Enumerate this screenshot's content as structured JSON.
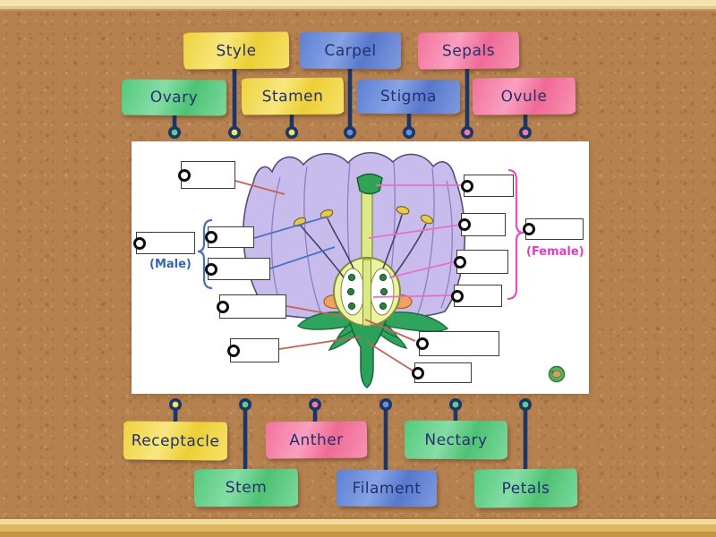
{
  "activity": {
    "type": "labelled-diagram",
    "subject": "flower-anatomy"
  },
  "colors": {
    "tag_yellow": "#f0d840",
    "tag_blue": "#6a8fd8",
    "tag_pink": "#f27ba3",
    "tag_green": "#5ecf85",
    "pin_line": "#1b3668",
    "leader_red": "#c4625a",
    "leader_blue": "#4a72c4",
    "leader_pink": "#e86ec8",
    "male_text_color": "#3565b5",
    "female_text_color": "#e23cc3",
    "cork": "#b5814f"
  },
  "tags": [
    {
      "id": "style",
      "label": "Style",
      "color": "yellow",
      "color_hex": "#f2e263"
    },
    {
      "id": "carpel",
      "label": "Carpel",
      "color": "blue",
      "color_hex": "#6a8fd8"
    },
    {
      "id": "sepals",
      "label": "Sepals",
      "color": "pink",
      "color_hex": "#f27ba3"
    },
    {
      "id": "ovary",
      "label": "Ovary",
      "color": "green",
      "color_hex": "#5ecf85"
    },
    {
      "id": "stamen",
      "label": "Stamen",
      "color": "yellow",
      "color_hex": "#f2e263"
    },
    {
      "id": "stigma",
      "label": "Stigma",
      "color": "blue",
      "color_hex": "#6a8fd8"
    },
    {
      "id": "ovule",
      "label": "Ovule",
      "color": "pink",
      "color_hex": "#f27ba3"
    },
    {
      "id": "receptacle",
      "label": "Receptacle",
      "color": "yellow",
      "color_hex": "#f2e263"
    },
    {
      "id": "anther",
      "label": "Anther",
      "color": "pink",
      "color_hex": "#f27ba3"
    },
    {
      "id": "nectary",
      "label": "Nectary",
      "color": "green",
      "color_hex": "#5ecf85"
    },
    {
      "id": "stem",
      "label": "Stem",
      "color": "green",
      "color_hex": "#5ecf85"
    },
    {
      "id": "filament",
      "label": "Filament",
      "color": "blue",
      "color_hex": "#6a8fd8"
    },
    {
      "id": "petals",
      "label": "Petals",
      "color": "green",
      "color_hex": "#5ecf85"
    }
  ],
  "diagram": {
    "annotations": {
      "male": "(Male)",
      "female": "(Female)"
    },
    "empty_answer_boxes": 13
  }
}
